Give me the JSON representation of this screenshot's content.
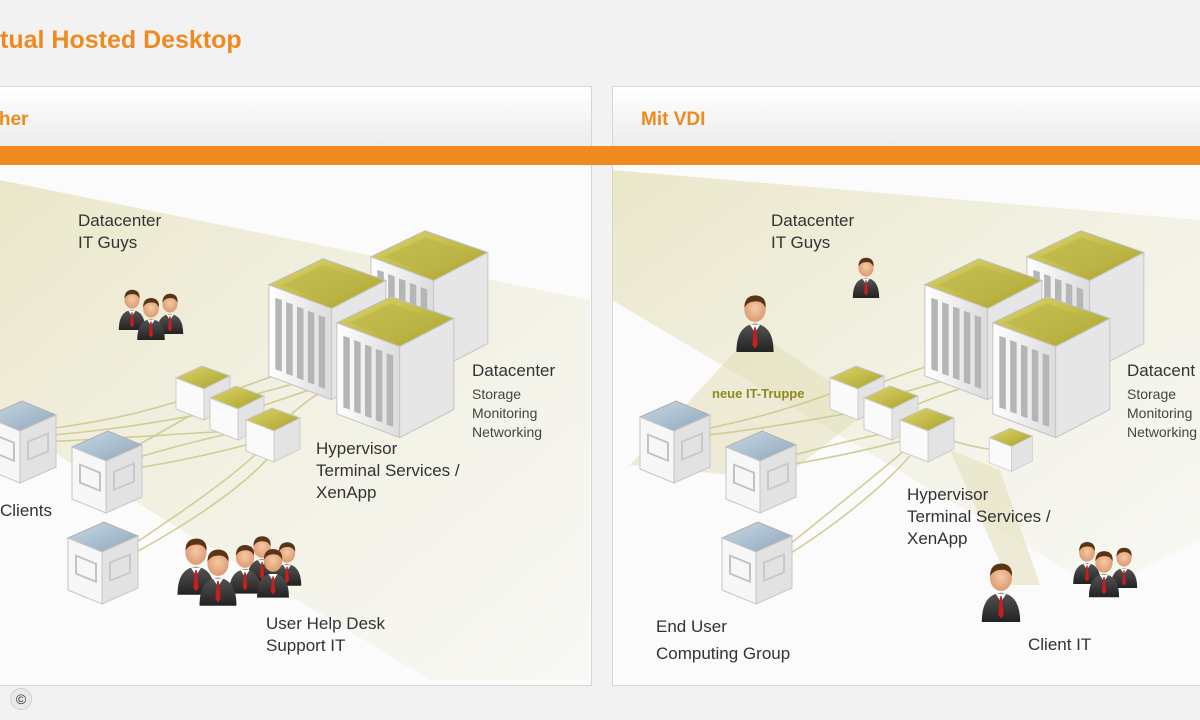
{
  "title": "tual Hosted Desktop",
  "left_panel": {
    "title": "isher",
    "labels": {
      "datacenter_it_guys_line1": "Datacenter",
      "datacenter_it_guys_line2": "IT Guys",
      "datacenter": "Datacenter",
      "storage": "Storage",
      "monitoring": "Monitoring",
      "networking": "Networking",
      "hypervisor_line1": "Hypervisor",
      "hypervisor_line2": "Terminal Services /",
      "hypervisor_line3": "XenApp",
      "clients": "Clients",
      "helpdesk_line1": "User Help Desk",
      "helpdesk_line2": "Support IT"
    }
  },
  "right_panel": {
    "title": "Mit VDI",
    "labels": {
      "datacenter_it_guys_line1": "Datacenter",
      "datacenter_it_guys_line2": "IT Guys",
      "neue_it_truppe": "neue IT-Truppe",
      "datacenter": "Datacent",
      "storage": "Storage",
      "monitoring": "Monitoring",
      "networking": "Networking",
      "hypervisor_line1": "Hypervisor",
      "hypervisor_line2": "Terminal Services /",
      "hypervisor_line3": "XenApp",
      "end_user_line1": "End User",
      "end_user_line2": "Computing Group",
      "client_it": "Client IT"
    }
  },
  "copyright_symbol": "©",
  "colors": {
    "accent_orange": "#f18b21",
    "title_orange": "#ef8a1f",
    "olive": "#a7a02a",
    "server_top": "#c9c255",
    "tie_red": "#c81e1e"
  },
  "icons": [
    "server-icon",
    "client-terminal-icon",
    "person-icon",
    "group-icon"
  ]
}
